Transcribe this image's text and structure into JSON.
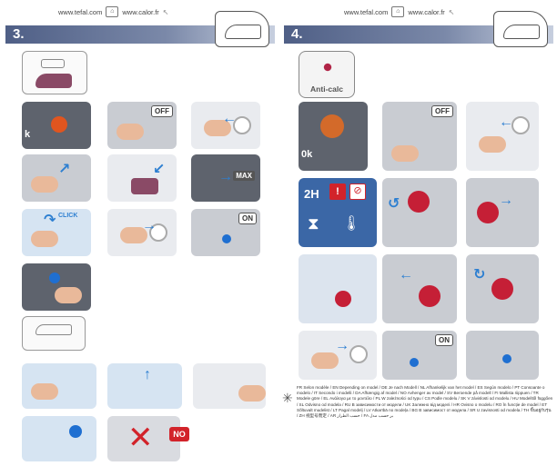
{
  "left_page": {
    "site_links": [
      "www.tefal.com",
      "www.calor.fr"
    ],
    "step": "3.",
    "badges": {
      "off": "OFF",
      "max": "MAX",
      "click": "CLICK",
      "on": "ON",
      "no": "NO"
    }
  },
  "right_page": {
    "site_links": [
      "www.tefal.com",
      "www.calor.fr"
    ],
    "step": "4.",
    "anticalc_label": "Anti-calc",
    "badges": {
      "off": "OFF",
      "two_h": "2H",
      "on": "ON"
    },
    "footnote": "FR Selon modèle / EN Depending on model / DE Je nach Modell / NL Afhankelijk van het model / ES Según modelo / PT Consoante o modelo / IT Secondo i modelli / DA Afhængig af model / NO Avhenger av model / SV Beroende på modell / FI Mallista riippuen / TR Modele göre / EL Ανάλογα με το μοντέλο / PL W zależności od typu / CS Podle modelu / SK V závislosti od modelu / HU Modelltől függően / SL Odvisno od modela / RU В зависимости от модели / UK Залежно від моделі / HR Ovisno o modelu / RO În funcție de model / ET Sõltuvalt mudelist / LT Pagal modelį / LV Atkarībā no modeļa / BG В зависимост от модела / SR U zavisnosti od modela / TH ขึ้นอยู่กับรุ่น / ZH 视型号而定 / AR حسب الطراز / FA بر حسب مدل"
  }
}
